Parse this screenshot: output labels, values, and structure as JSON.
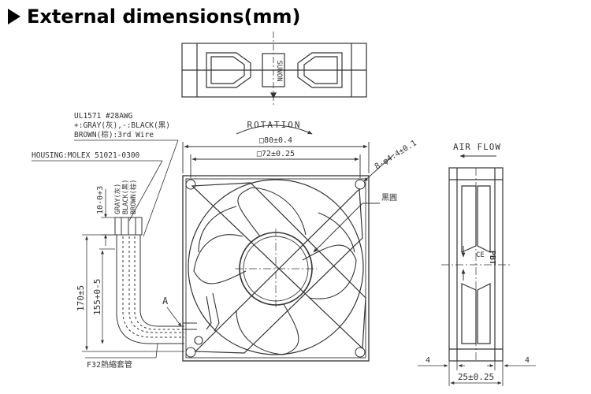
{
  "heading": {
    "text": "External dimensions(mm)"
  },
  "top_view": {
    "label_text": "SUNON"
  },
  "front_view": {
    "rotation_label": "ROTATION",
    "outer_dim": "□80±0.4",
    "hole_pitch_dim": "□72±0.25",
    "hole_spec": "8-φ4.4±0.1",
    "hub_note": "黒圓"
  },
  "wire_spec": {
    "cable": "UL1571  #28AWG",
    "polarity": "+:GRAY(灰),-:BLACK(黑)",
    "third_wire": "BROWN(棕):3rd Wire",
    "housing": "HOUSING:MOLEX  51021-0300",
    "wire_colors": [
      "GRAY(灰)",
      "BLACK(黑)",
      "BROWN(棕)"
    ],
    "strip_length": "10-0+3",
    "lead_length": "170±5",
    "inner_length": "155+0-5",
    "section_mark": "A",
    "tube": "F32熱縮套管"
  },
  "side_view": {
    "airflow_label": "AIR FLOW",
    "material_mark": "PBT",
    "left_dim": "4",
    "right_dim": "4",
    "depth_dim": "25±0.25"
  }
}
